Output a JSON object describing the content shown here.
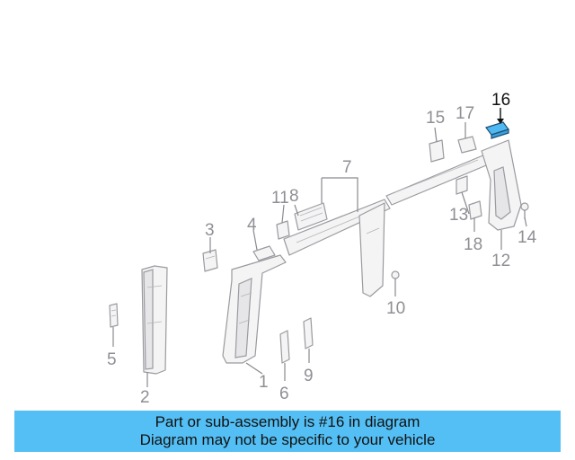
{
  "diagram": {
    "highlight_color": "#4fb8f0",
    "highlighted_part": "16",
    "callouts": [
      "1",
      "2",
      "3",
      "4",
      "5",
      "6",
      "7",
      "8",
      "9",
      "10",
      "11",
      "12",
      "13",
      "14",
      "15",
      "16",
      "17",
      "18"
    ]
  },
  "banner": {
    "line1": "Part or sub-assembly is #16 in diagram",
    "line2": "Diagram may not be specific to your vehicle",
    "background": "#54bff4"
  }
}
